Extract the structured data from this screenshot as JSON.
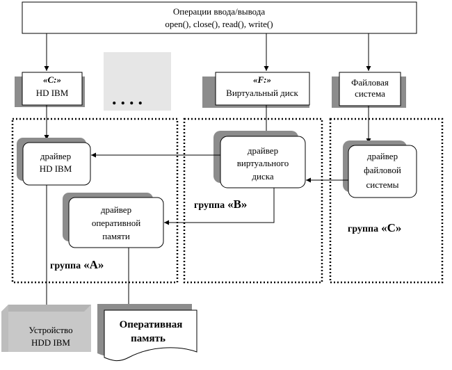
{
  "io": {
    "line1": "Операции ввода/вывода",
    "line2": "open(), close(), read(), write()"
  },
  "devices": {
    "c": {
      "letter": "«C:»",
      "name": "HD IBM"
    },
    "f": {
      "letter": "«F:»",
      "name": "Виртуальный диск"
    },
    "fs": {
      "line1": "Файловая",
      "line2": "система"
    }
  },
  "ellipsis": "....",
  "drivers": {
    "hd": {
      "line1": "драйвер",
      "line2": "HD IBM"
    },
    "ram": {
      "line1": "драйвер",
      "line2": "оперативной",
      "line3": "памяти"
    },
    "virtual": {
      "line1": "драйвер",
      "line2": "виртуального",
      "line3": "диска"
    },
    "fs": {
      "line1": "драйвер",
      "line2": "файловой",
      "line3": "системы"
    }
  },
  "groups": {
    "a": {
      "word": "группа",
      "letter": "«A»"
    },
    "b": {
      "word": "группа",
      "letter": "«B»"
    },
    "c": {
      "word": "группа",
      "letter": "«C»"
    }
  },
  "device_hdd": {
    "line1": "Устройство",
    "line2": "HDD IBM"
  },
  "memory": {
    "line1": "Оперативная",
    "line2": "память"
  },
  "colors": {
    "shadow": "#8c8c8c",
    "placeholder": "#e6e6e6",
    "hdd": "#c8c8c8",
    "line": "#000000"
  }
}
